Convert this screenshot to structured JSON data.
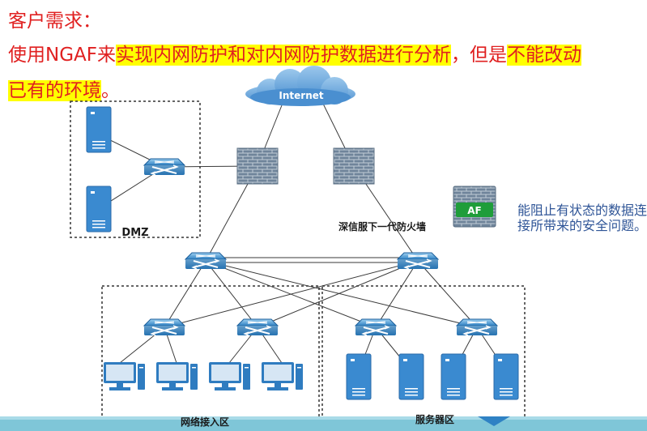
{
  "heading": "客户需求：",
  "req_line": {
    "p1": "使用NGAF来",
    "p2": "实现内网防护和对内网防护数据进行分析",
    "p3": "，但是",
    "p4": "不能改动",
    "p5": "已有的环境",
    "p6": "。"
  },
  "diagram": {
    "internet": "Internet",
    "dmz": "DMZ",
    "firewall": "深信服下一代防火墙",
    "af": "AF",
    "access_zone": "网络接入区",
    "server_zone": "服务器区"
  },
  "note": "能阻止有状态的数据连接所带来的安全问题。",
  "colors": {
    "red_text": "#e02020",
    "highlight": "#ffff00",
    "note_text": "#2f5597"
  }
}
